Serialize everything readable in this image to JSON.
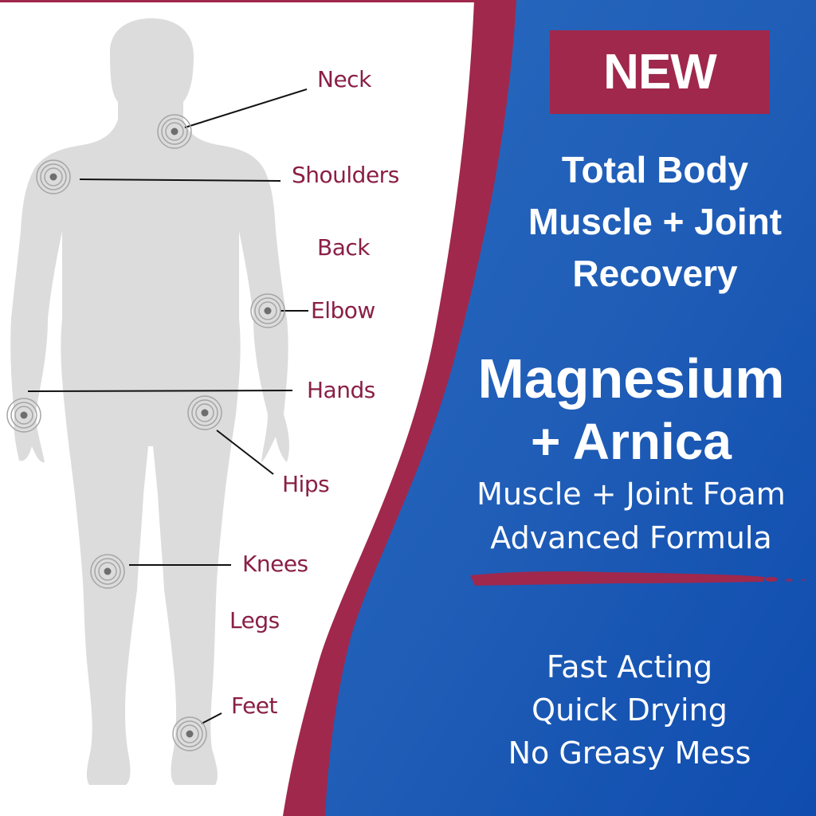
{
  "colors": {
    "maroon": "#a0284c",
    "label_text": "#8a1f45",
    "blue_dark": "#0f4fb0",
    "blue_light": "#2a68bd",
    "silhouette": "#dcdcdc",
    "target_ring": "#9a9a9a",
    "target_dot": "#6e6e6e",
    "white": "#ffffff"
  },
  "badge": {
    "label": "NEW"
  },
  "headline": {
    "line1": "Total Body",
    "line2": "Muscle + Joint",
    "line3": "Recovery"
  },
  "product": {
    "name_line1": "Magnesium",
    "name_line2": "+ Arnica",
    "desc_line1": "Muscle + Joint Foam",
    "desc_line2": "Advanced Formula"
  },
  "benefits": [
    "Fast Acting",
    "Quick Drying",
    "No Greasy Mess"
  ],
  "body_areas": [
    {
      "label": "Neck"
    },
    {
      "label": "Shoulders"
    },
    {
      "label": "Back"
    },
    {
      "label": "Elbow"
    },
    {
      "label": "Hands"
    },
    {
      "label": "Hips"
    },
    {
      "label": "Knees"
    },
    {
      "label": "Legs"
    },
    {
      "label": "Feet"
    }
  ]
}
